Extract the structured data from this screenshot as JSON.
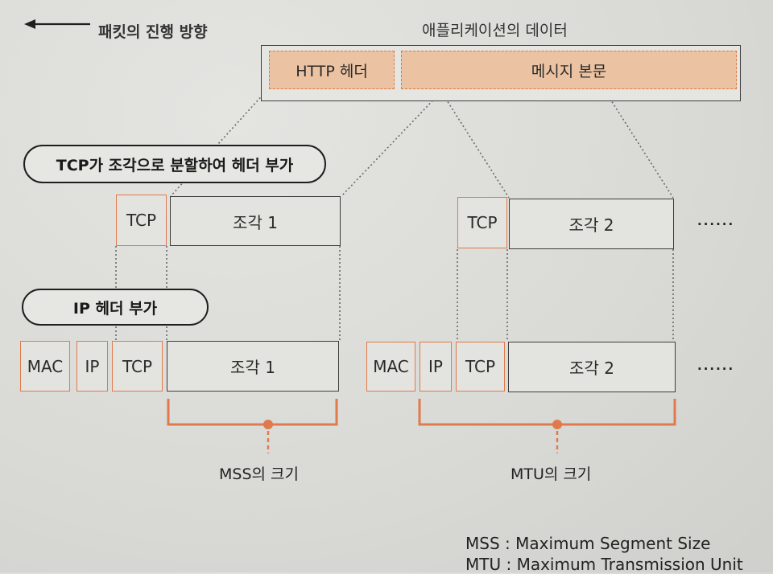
{
  "direction_label": "패킷의 진행 방향",
  "app_data_label": "애플리케이션의 데이터",
  "http_header": "HTTP 헤더",
  "message_body": "메시지 본문",
  "step_tcp": "TCP가 조각으로 분할하여 헤더 부가",
  "step_ip": "IP 헤더 부가",
  "tcp": "TCP",
  "ip": "IP",
  "mac": "MAC",
  "fragment1": "조각 1",
  "fragment2": "조각 2",
  "ellipsis": "......",
  "mss_label": "MSS의 크기",
  "mtu_label": "MTU의 크기",
  "legend": {
    "mss": "MSS : Maximum Segment Size",
    "mtu": "MTU : Maximum Transmission Unit"
  },
  "colors": {
    "accent": "#e07a4c",
    "fill": "#ecc3a2",
    "ink": "#3d3d3d"
  }
}
